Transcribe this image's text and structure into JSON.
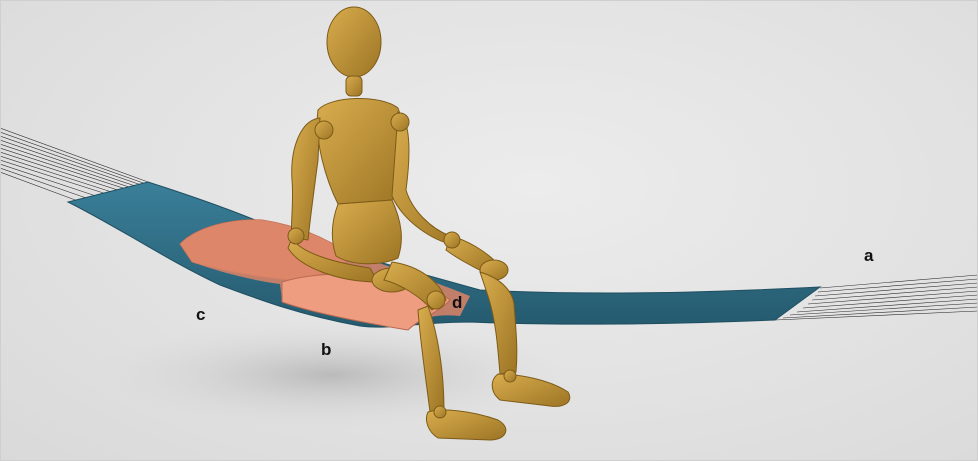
{
  "labels": {
    "a": "a",
    "b": "b",
    "c": "c",
    "d": "d"
  },
  "colors": {
    "background": "#e3e3e3",
    "sling": "#2f6e86",
    "cushion": "#e79476",
    "mannequin": "#c79a3c",
    "cords": "#2a2a2a"
  }
}
